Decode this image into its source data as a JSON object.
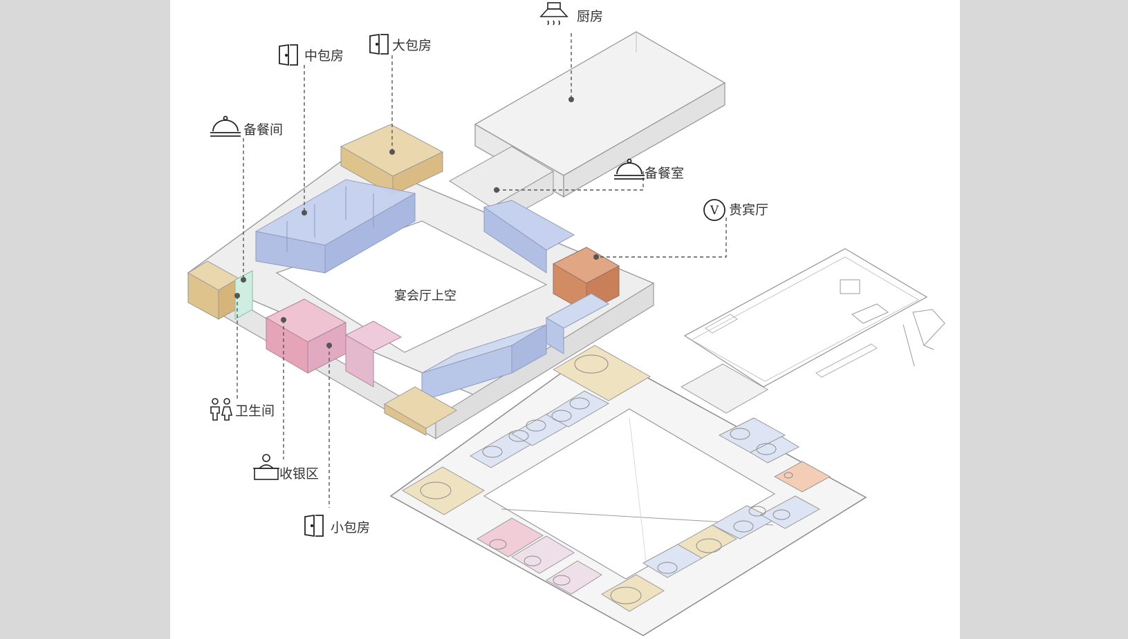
{
  "labels": {
    "kitchen": "厨房",
    "large_private_room": "大包房",
    "medium_private_room": "中包房",
    "serving_room_west": "备餐间",
    "serving_room_east": "备餐室",
    "vip_hall": "贵宾厅",
    "banquet_void": "宴会厅上空",
    "restroom": "卫生间",
    "cashier": "收银区",
    "small_private_room": "小包房"
  },
  "icons": {
    "kitchen": "range-hood-icon",
    "large_private_room": "door-icon",
    "medium_private_room": "door-icon",
    "serving_room_west": "cloche-icon",
    "serving_room_east": "cloche-icon",
    "vip_hall": "vip-v-icon",
    "restroom": "restroom-people-icon",
    "cashier": "cashier-desk-icon",
    "small_private_room": "door-icon"
  },
  "vip_icon_letter": "V",
  "colors": {
    "background": "#d9d9d9",
    "panel": "#ffffff",
    "line": "#8a8a8a",
    "glass": "#e6e6e6",
    "tan": "#e2c795",
    "blue": "#b4c3e6",
    "pink": "#e6aec2",
    "orange": "#d7946d",
    "mint": "#c8ecd8"
  }
}
